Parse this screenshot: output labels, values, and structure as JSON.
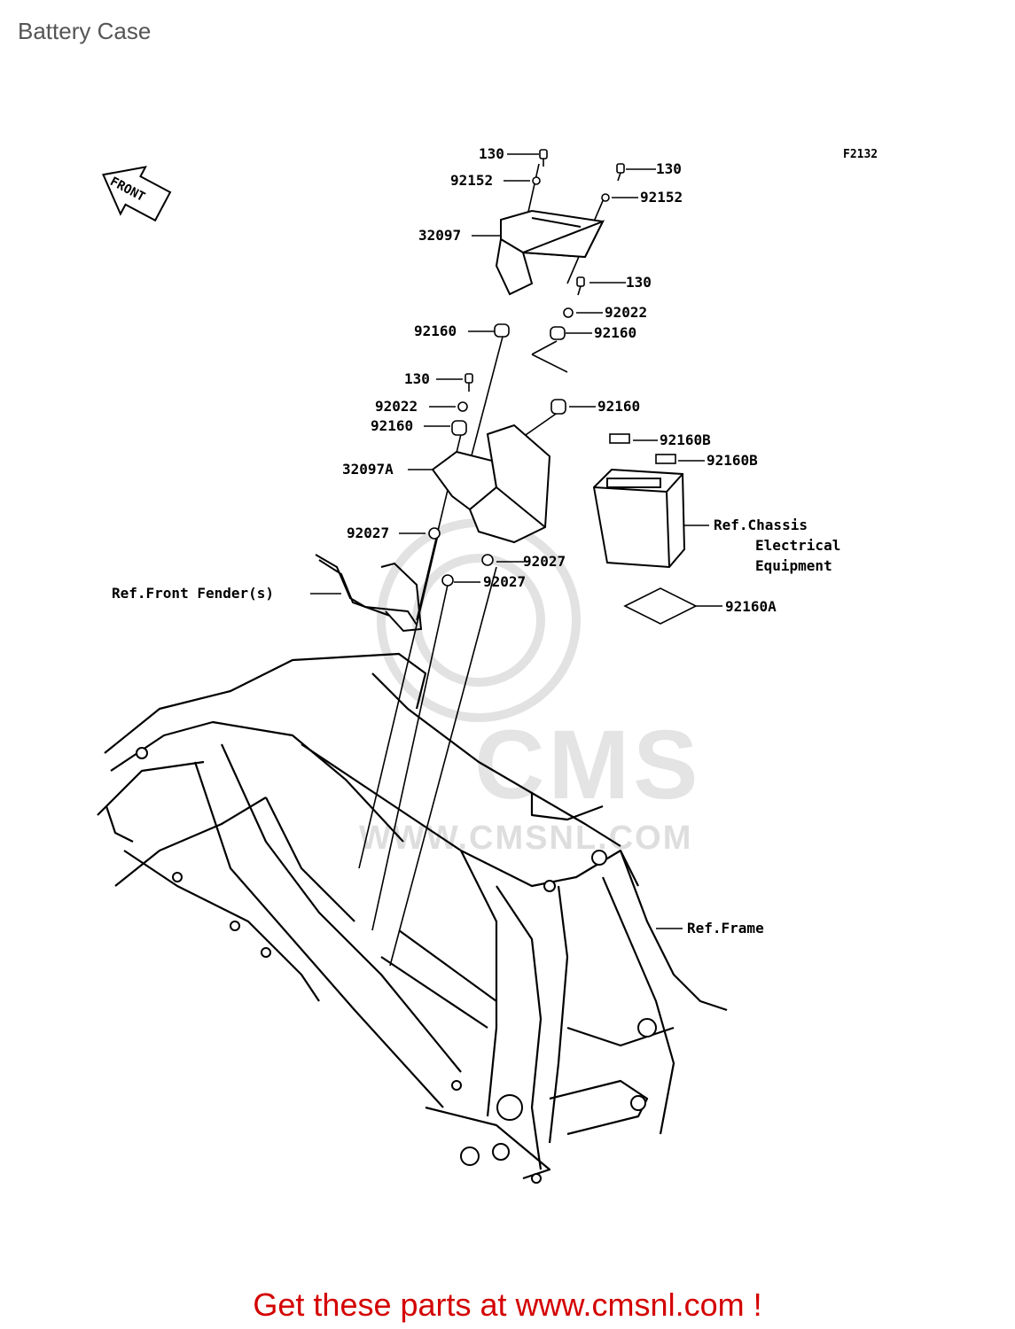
{
  "page": {
    "title": "Battery Case",
    "figure_code": "F2132"
  },
  "front_arrow": {
    "text": "FRONT"
  },
  "watermark": {
    "logo": "CMS",
    "url": "WWW.CMSNL.COM"
  },
  "callouts": [
    "130",
    "92152",
    "130",
    "92152",
    "32097",
    "130",
    "92022",
    "92160",
    "92160",
    "130",
    "92022",
    "92160",
    "92160",
    "92160B",
    "92160B",
    "32097A",
    "Ref.Chassis",
    "Electrical",
    "Equipment",
    "92027",
    "92027",
    "92027",
    "Ref.Front Fender(s)",
    "92160A",
    "Ref.Frame"
  ],
  "footer": {
    "link_text": "Get these parts at www.cmsnl.com !"
  },
  "colors": {
    "footer": "#d40000",
    "title": "#555555",
    "watermark": "#e0e0e0"
  }
}
